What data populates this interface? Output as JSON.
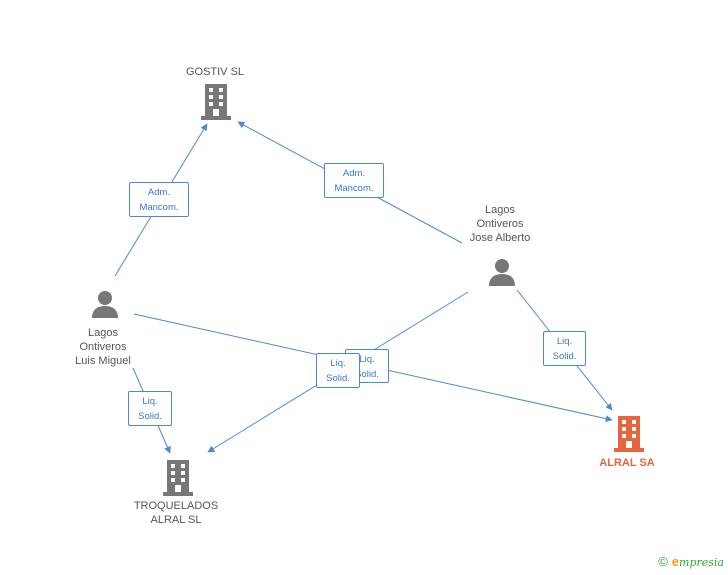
{
  "colors": {
    "edge": "#4a8ad4",
    "node": "#777777",
    "highlight": "#e8643c",
    "brand": "#2ea836"
  },
  "nodes": {
    "gostiv": {
      "label": "GOSTIV SL",
      "icon": "building-icon"
    },
    "jose": {
      "label": "Lagos\nOntiveros\nJose Alberto",
      "icon": "person-icon"
    },
    "luis": {
      "label": "Lagos\nOntiveros\nLuis Miguel",
      "icon": "person-icon"
    },
    "alral": {
      "label": "ALRAL SA",
      "icon": "building-icon"
    },
    "troquelados": {
      "label": "TROQUELADOS\nALRAL SL",
      "icon": "building-icon"
    }
  },
  "roles": {
    "luis_gostiv": "Adm.\nMancom.",
    "jose_gostiv": "Adm.\nMancom.",
    "jose_alral": "Liq.\nSolid.",
    "luis_troq": "Liq.\nSolid.",
    "jose_troq": "Liq.\nSolid.",
    "luis_alral": "Liq.\nSolid."
  },
  "footer": {
    "copyright": "©",
    "brand_initial": "e",
    "brand_rest": "mpresia"
  }
}
